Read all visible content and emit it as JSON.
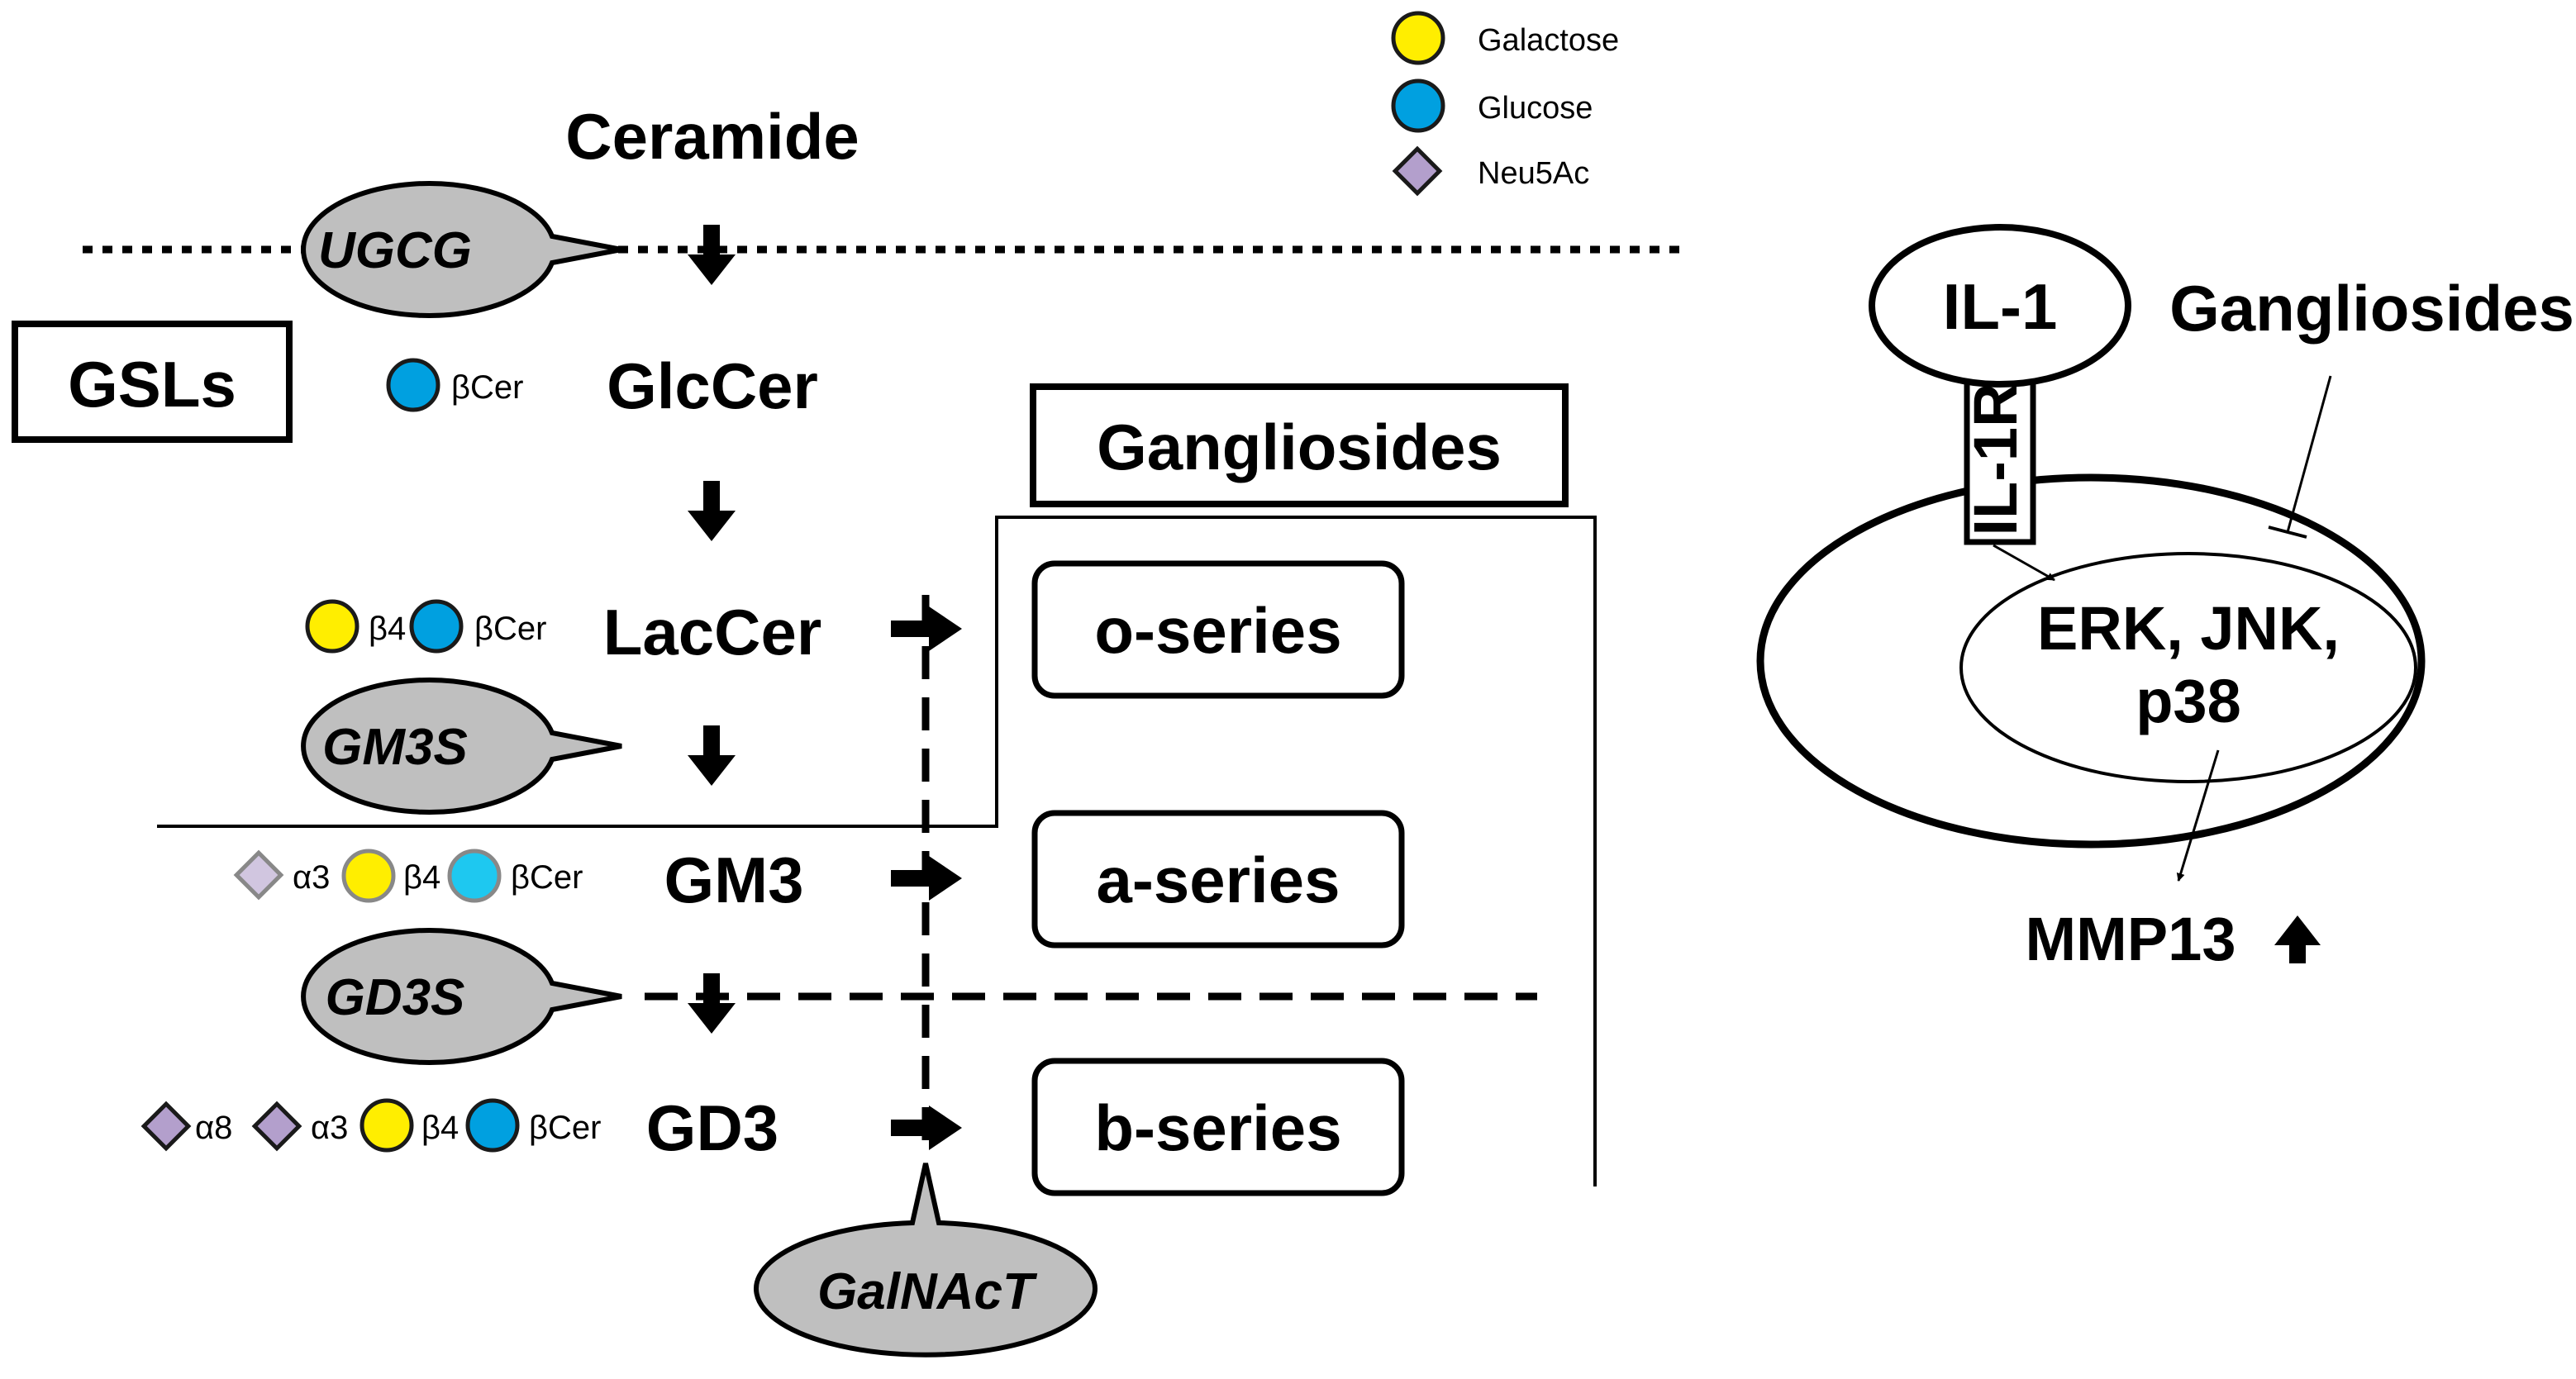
{
  "legend": {
    "galactose": "Galactose",
    "glucose": "Glucose",
    "neu5ac": "Neu5Ac"
  },
  "colors": {
    "galactose": "#ffee00",
    "glucose": "#00a0e0",
    "glucose_light": "#1ec8f0",
    "neu5ac": "#b39fcc",
    "neu5ac_light": "#d1c6e0",
    "enzyme_fill": "#bfbfbf"
  },
  "labels": {
    "ceramide": "Ceramide",
    "gsls": "GSLs",
    "glccer": "GlcCer",
    "laccer": "LacCer",
    "gm3": "GM3",
    "gd3": "GD3",
    "gangliosides_box": "Gangliosides",
    "o_series": "o-series",
    "a_series": "a-series",
    "b_series": "b-series"
  },
  "enzymes": {
    "ugcg": "UGCG",
    "gm3s": "GM3S",
    "gd3s": "GD3S",
    "galnact": "GalNAcT"
  },
  "linkages": {
    "bcer": "βCer",
    "b4": "β4",
    "a3": "α3",
    "a8": "α8"
  },
  "signaling": {
    "il1": "IL-1",
    "il1r": "IL-1R",
    "gangliosides": "Gangliosides",
    "erk_line1": "ERK, JNK,",
    "erk_line2": "p38",
    "mmp13": "MMP13"
  }
}
